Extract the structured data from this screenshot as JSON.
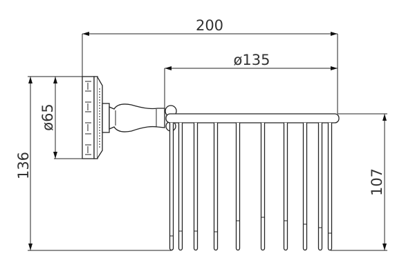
{
  "drawing": {
    "dimensions": {
      "overall_length": "200",
      "basket_diameter": "ø135",
      "plate_diameter": "ø65",
      "overall_height": "136",
      "basket_height": "107"
    },
    "line_color": "#222222"
  }
}
